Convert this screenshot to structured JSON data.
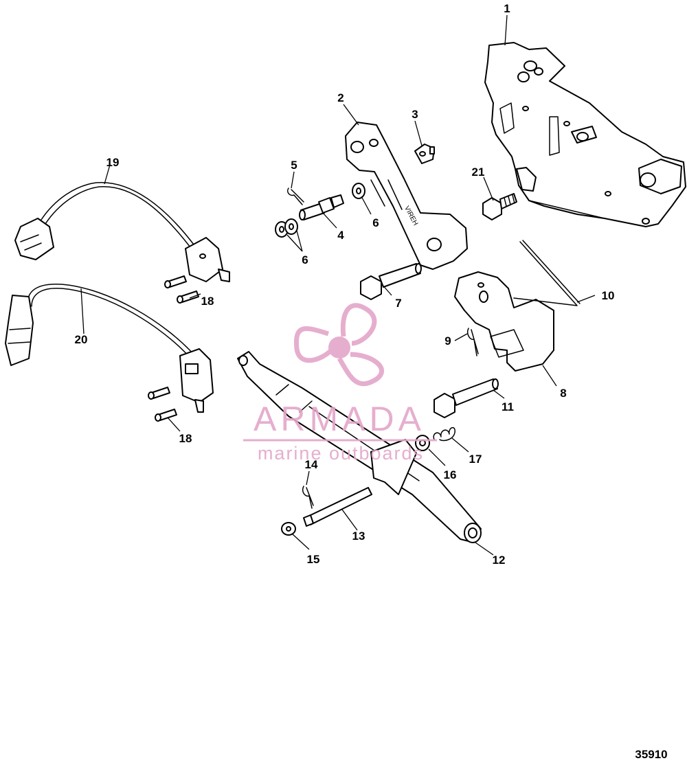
{
  "diagram": {
    "drawing_number": "35910",
    "callouts": [
      "1",
      "2",
      "3",
      "4",
      "5",
      "6",
      "6",
      "7",
      "8",
      "9",
      "10",
      "11",
      "12",
      "13",
      "14",
      "15",
      "16",
      "17",
      "18",
      "18",
      "19",
      "20",
      "21"
    ]
  },
  "watermark": {
    "brand": "ARMADA",
    "tagline": "marine outboards",
    "color": "#e4a6c9"
  }
}
